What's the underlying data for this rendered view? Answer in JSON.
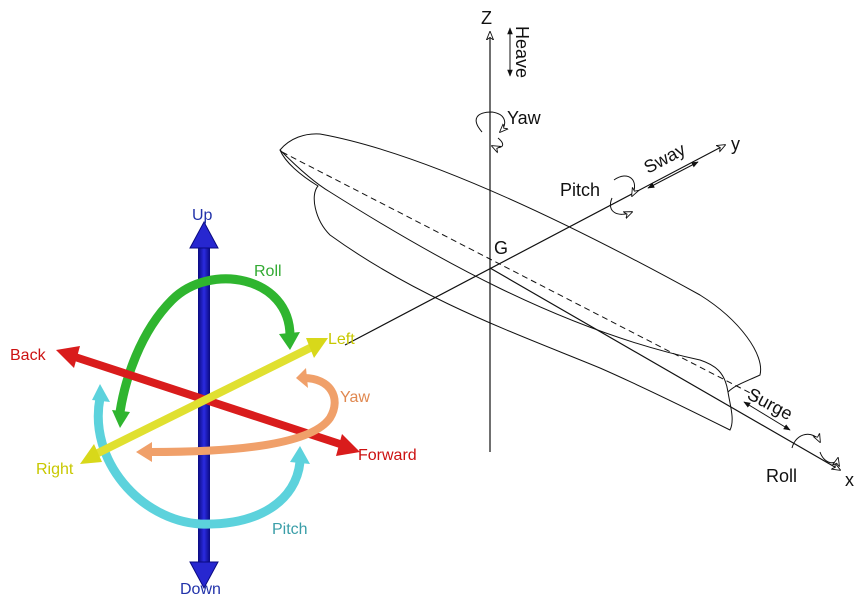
{
  "colors": {
    "line": "#111111",
    "up_down": "#1a1ab8",
    "forward_back": "#d91c1c",
    "left_right": "#d8d81a",
    "roll": "#2fb52f",
    "yaw": "#f0a06a",
    "pitch": "#5cd2dc",
    "label_blue": "#2233aa",
    "label_red": "#cc1111",
    "label_yellow": "#c8c800",
    "label_green": "#33aa33",
    "label_orange": "#e08850",
    "label_teal": "#3a9ea8"
  },
  "left_diagram": {
    "up": "Up",
    "down": "Down",
    "back": "Back",
    "forward": "Forward",
    "left": "Left",
    "right": "Right",
    "roll": "Roll",
    "yaw": "Yaw",
    "pitch": "Pitch"
  },
  "ship_diagram": {
    "z_axis": "Z",
    "heave": "Heave",
    "yaw": "Yaw",
    "y_axis": "y",
    "sway": "Sway",
    "pitch": "Pitch",
    "origin": "G",
    "surge": "Surge",
    "roll": "Roll",
    "x_axis": "x"
  }
}
